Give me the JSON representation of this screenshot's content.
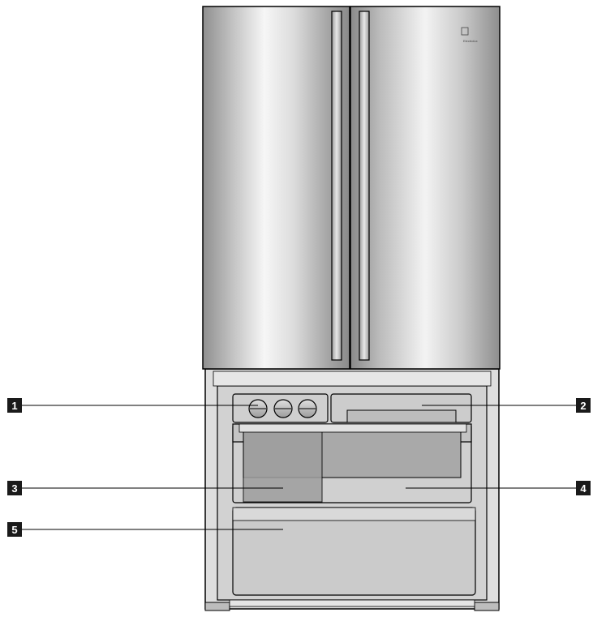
{
  "diagram": {
    "brand_mark": "Electrolux",
    "callouts": [
      {
        "label": "1"
      },
      {
        "label": "2"
      },
      {
        "label": "3"
      },
      {
        "label": "4"
      },
      {
        "label": "5"
      }
    ]
  },
  "colors": {
    "steel_light": "#f4f4f4",
    "steel_dark": "#8c8c8c",
    "interior": "#d2d2d2",
    "panel": "#cbcbcb",
    "outline": "#000000",
    "callout_box": "#1a1a1a"
  }
}
